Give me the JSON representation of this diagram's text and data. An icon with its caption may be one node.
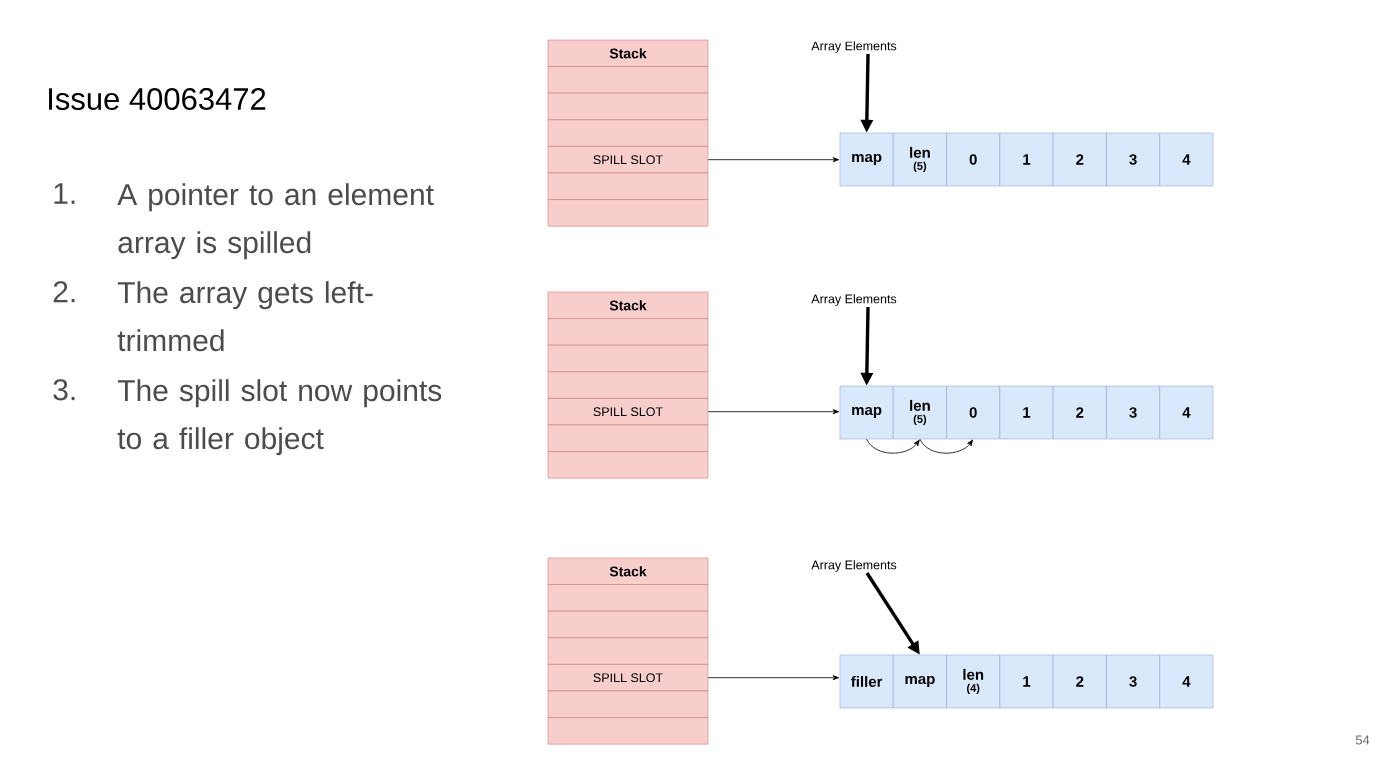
{
  "diagram": {
    "title": "Issue 40063472",
    "nodes": [
      {
        "text": [
          "Stack"
        ]
      },
      {
        "text": [],
        "shape": "box"
      },
      {
        "text": [],
        "shape": "box"
      },
      {
        "text": [],
        "shape": "box"
      },
      {
        "text": [
          "SPILL SLOT"
        ]
      },
      {
        "text": [],
        "shape": "box"
      },
      {
        "text": [],
        "shape": "box"
      },
      {
        "text": [
          "Array Elements"
        ]
      },
      {
        "text": [
          "map"
        ]
      },
      {
        "text": [
          "len",
          "(5)"
        ]
      },
      {
        "text": [
          "0"
        ]
      },
      {
        "text": [
          "1"
        ]
      },
      {
        "text": [
          "2"
        ]
      },
      {
        "text": [
          "3"
        ]
      },
      {
        "text": [
          "4"
        ]
      },
      {
        "text": [
          "Stack"
        ]
      },
      {
        "text": [],
        "shape": "box"
      },
      {
        "text": [],
        "shape": "box"
      },
      {
        "text": [],
        "shape": "box"
      },
      {
        "text": [
          "SPILL SLOT"
        ]
      },
      {
        "text": [],
        "shape": "box"
      },
      {
        "text": [],
        "shape": "box"
      },
      {
        "text": [
          "Array Elements"
        ]
      },
      {
        "text": [
          "map"
        ]
      },
      {
        "text": [
          "len",
          "(5)"
        ]
      },
      {
        "text": [
          "0"
        ]
      },
      {
        "text": [
          "1"
        ]
      },
      {
        "text": [
          "2"
        ]
      },
      {
        "text": [
          "3"
        ]
      },
      {
        "text": [
          "4"
        ]
      },
      {
        "text": [
          "Stack"
        ]
      },
      {
        "text": [],
        "shape": "box"
      },
      {
        "text": [],
        "shape": "box"
      },
      {
        "text": [],
        "shape": "box"
      },
      {
        "text": [
          "SPILL SLOT"
        ]
      },
      {
        "text": [],
        "shape": "box"
      },
      {
        "text": [],
        "shape": "box"
      },
      {
        "text": [
          "Array Elements"
        ]
      },
      {
        "text": [
          "filler"
        ]
      },
      {
        "text": [
          "map"
        ]
      },
      {
        "text": [
          "len",
          "(4)"
        ]
      },
      {
        "text": [
          "1"
        ]
      },
      {
        "text": [
          "2"
        ]
      },
      {
        "text": [
          "3"
        ]
      },
      {
        "text": [
          "4"
        ]
      }
    ],
    "edges": [
      {
        "from": 4,
        "to": 8,
        "arrow": "to"
      },
      {
        "from": 7,
        "to": 8,
        "arrow": "to",
        "style": "thick"
      },
      {
        "from": 19,
        "to": 23,
        "arrow": "to"
      },
      {
        "from": 22,
        "to": 23,
        "arrow": "to",
        "style": "thick"
      },
      {
        "from": 23,
        "to": 24,
        "arrow": "to"
      },
      {
        "from": 24,
        "to": 25,
        "arrow": "to"
      },
      {
        "from": 34,
        "to": 38,
        "arrow": "to"
      },
      {
        "from": 37,
        "to": 39,
        "arrow": "to",
        "style": "thick"
      }
    ],
    "labels": [
      "1.",
      "A pointer to an element array is spilled",
      "2.",
      "The array gets left-trimmed",
      "3.",
      "The spill slot now points to a filler object",
      "54"
    ]
  }
}
